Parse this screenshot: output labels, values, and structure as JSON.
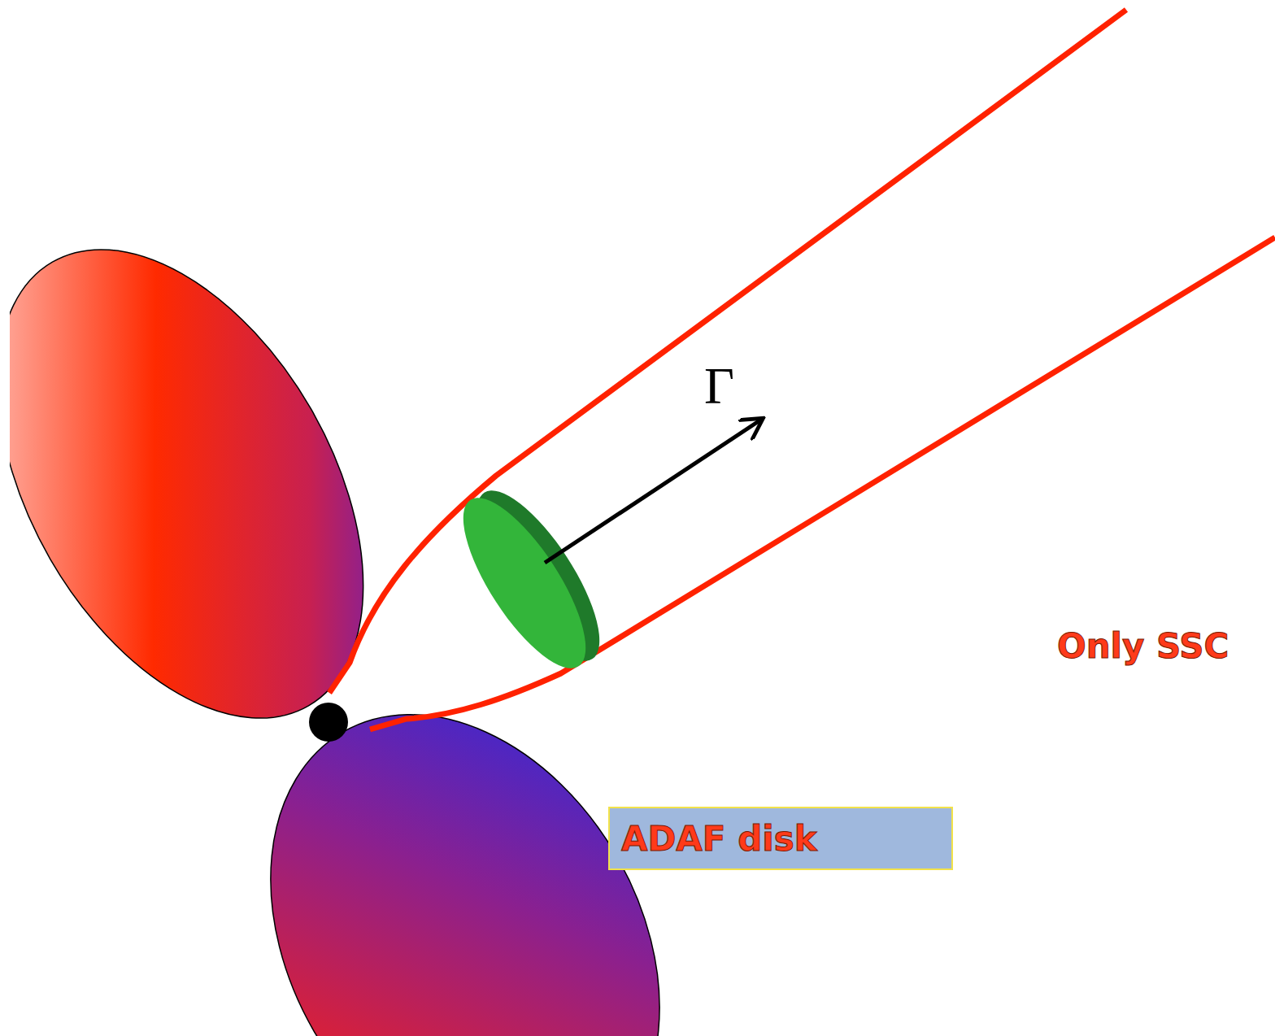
{
  "diagram": {
    "nodes": [
      {
        "text": [
          "ADAF disk"
        ]
      }
    ],
    "labels": [
      "Γ",
      "Only SSC"
    ]
  }
}
